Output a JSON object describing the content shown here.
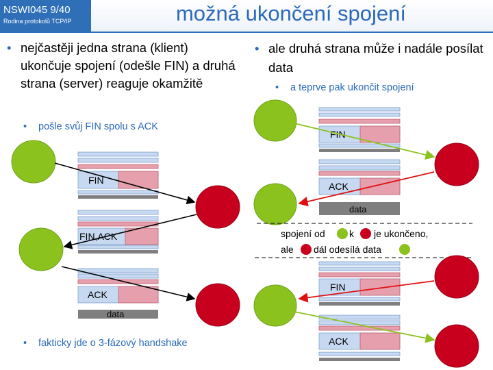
{
  "header": {
    "course_code": "NSWI045   9/40",
    "course_subtitle": "Rodina protokolů TCP/IP",
    "title": "možná ukončení spojení"
  },
  "left": {
    "bullet_text": "nejčastěji jedna strana (klient) ukončuje spojení (odešle FIN) a druhá strana (server) reaguje okamžitě",
    "sub_top": "pošle svůj FIN spolu s ACK",
    "sub_bottom": "fakticky jde o 3-fázový handshake",
    "packets": [
      "FIN",
      "FIN,ACK",
      "ACK"
    ],
    "data_label": "data"
  },
  "right": {
    "bullet_text": "ale druhá strana může i nadále posílat data",
    "sub": "a teprve pak ukončit spojení",
    "packets_top": [
      "FIN",
      "ACK"
    ],
    "data_label": "data",
    "note_line1_a": "spojení od",
    "note_line1_b": "k",
    "note_line1_c": "je ukončeno,",
    "note_line2_a": "ale",
    "note_line2_b": "dál odesílá data",
    "packets_bottom": [
      "FIN",
      "ACK"
    ]
  },
  "colors": {
    "green": "#8cc21e",
    "red": "#c8001e",
    "blue_header": "#2e6fb7",
    "bar_blue": "#c6d9f1",
    "bar_pink": "#e6a0ad",
    "dark_bar": "#7f7f7f"
  }
}
